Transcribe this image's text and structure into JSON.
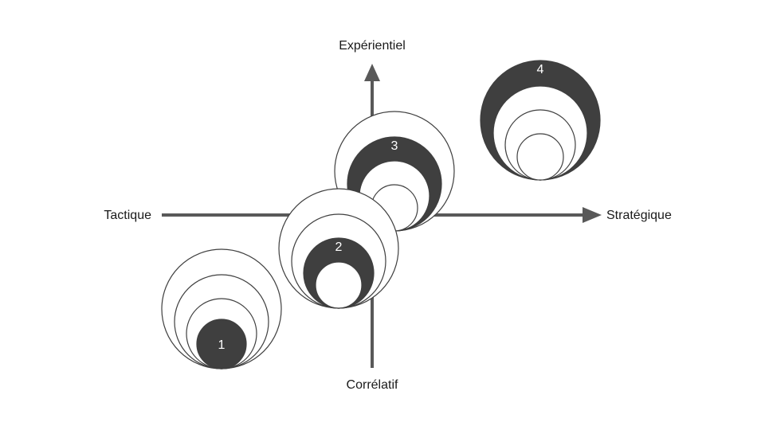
{
  "axes": {
    "top": "Expérientiel",
    "bottom": "Corrélatif",
    "left": "Tactique",
    "right": "Stratégique"
  },
  "stages": [
    {
      "label": "1",
      "highlighted_ring": 4
    },
    {
      "label": "2",
      "highlighted_ring": 3
    },
    {
      "label": "3",
      "highlighted_ring": 2
    },
    {
      "label": "4",
      "highlighted_ring": 1
    }
  ],
  "colors": {
    "axis": "#595959",
    "highlight": "#3f3f3f",
    "ring_stroke": "#3f3f3f",
    "ring_fill": "#ffffff"
  }
}
